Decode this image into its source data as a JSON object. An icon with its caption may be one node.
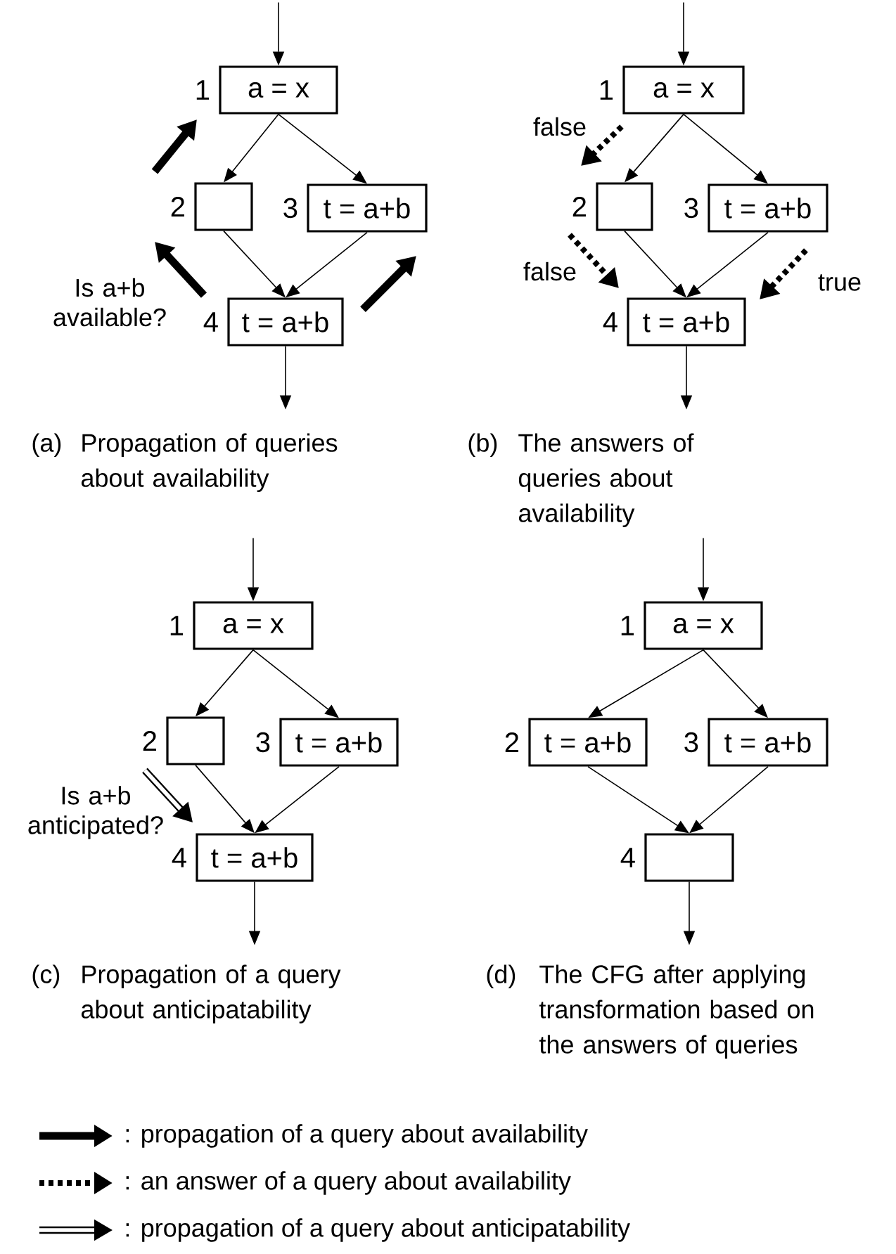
{
  "diagram": {
    "nodes": [
      {
        "text": [
          "a = x"
        ],
        "beside": [
          "1"
        ]
      },
      {
        "text": [],
        "shape": "box",
        "beside": [
          "2"
        ]
      },
      {
        "text": [
          "t = a+b"
        ],
        "beside": [
          "3"
        ]
      },
      {
        "text": [
          "t = a+b"
        ],
        "beside": [
          "4"
        ]
      },
      {
        "text": [
          "a = x"
        ],
        "beside": [
          "1"
        ]
      },
      {
        "text": [],
        "shape": "box",
        "beside": [
          "2"
        ]
      },
      {
        "text": [
          "t = a+b"
        ],
        "beside": [
          "3"
        ]
      },
      {
        "text": [
          "t = a+b"
        ],
        "beside": [
          "4"
        ]
      },
      {
        "text": [
          "a = x"
        ],
        "beside": [
          "1"
        ]
      },
      {
        "text": [],
        "shape": "box",
        "beside": [
          "2"
        ]
      },
      {
        "text": [
          "t = a+b"
        ],
        "beside": [
          "3"
        ]
      },
      {
        "text": [
          "t = a+b"
        ],
        "beside": [
          "4"
        ]
      },
      {
        "text": [
          "a = x"
        ],
        "beside": [
          "1"
        ]
      },
      {
        "text": [
          "t = a+b"
        ],
        "beside": [
          "2"
        ]
      },
      {
        "text": [
          "t = a+b"
        ],
        "beside": [
          "3"
        ]
      },
      {
        "text": [],
        "shape": "box",
        "beside": [
          "4"
        ]
      }
    ],
    "edges": [
      {
        "from": null,
        "to": 0,
        "arrow": "to"
      },
      {
        "from": 0,
        "to": 1,
        "arrow": "to"
      },
      {
        "from": 0,
        "to": 2,
        "arrow": "to"
      },
      {
        "from": 1,
        "to": 3,
        "arrow": "to"
      },
      {
        "from": 2,
        "to": 3,
        "arrow": "to"
      },
      {
        "from": 3,
        "to": null,
        "arrow": "to"
      },
      {
        "from": null,
        "to": 4,
        "arrow": "to"
      },
      {
        "from": 4,
        "to": 5,
        "arrow": "to"
      },
      {
        "from": 4,
        "to": 6,
        "arrow": "to"
      },
      {
        "from": 5,
        "to": 7,
        "arrow": "to"
      },
      {
        "from": 6,
        "to": 7,
        "arrow": "to"
      },
      {
        "from": 7,
        "to": null,
        "arrow": "to"
      },
      {
        "from": null,
        "to": 8,
        "arrow": "to"
      },
      {
        "from": 8,
        "to": 9,
        "arrow": "to"
      },
      {
        "from": 8,
        "to": 10,
        "arrow": "to"
      },
      {
        "from": 9,
        "to": 11,
        "arrow": "to"
      },
      {
        "from": 10,
        "to": 11,
        "arrow": "to"
      },
      {
        "from": 11,
        "to": null,
        "arrow": "to"
      },
      {
        "from": null,
        "to": 12,
        "arrow": "to"
      },
      {
        "from": 12,
        "to": 13,
        "arrow": "to"
      },
      {
        "from": 12,
        "to": 14,
        "arrow": "to"
      },
      {
        "from": 13,
        "to": 15,
        "arrow": "to"
      },
      {
        "from": 14,
        "to": 15,
        "arrow": "to"
      },
      {
        "from": 15,
        "to": null,
        "arrow": "to"
      }
    ],
    "labels": [
      "false",
      "Is a+b available?",
      "false",
      "true",
      "(a)",
      "Propagation of queries about availability",
      "(b)",
      "The answers of queries about availability",
      "Is a+b anticipated?",
      "(c)",
      "Propagation of a query about anticipatability",
      "(d)",
      "The CFG after applying transformation based on the answers of queries"
    ],
    "legend": [
      {
        "text": ": propagation of a query about availability"
      },
      {
        "text": ": an answer of a query about availability"
      },
      {
        "text": ": propagation of a query about anticipatability"
      }
    ]
  }
}
